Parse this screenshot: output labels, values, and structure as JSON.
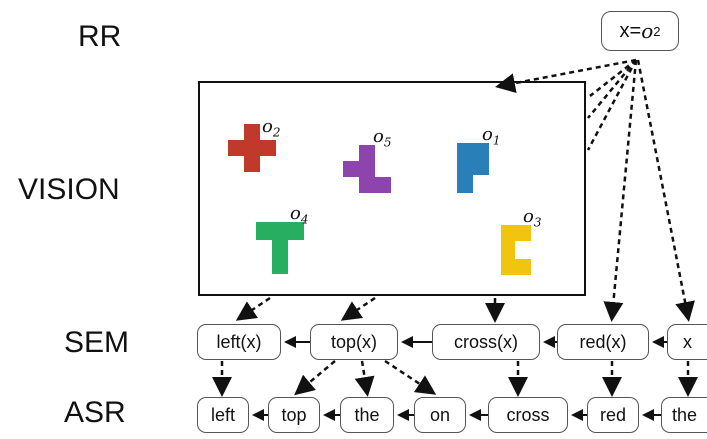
{
  "rows": {
    "rr": "RR",
    "vision": "VISION",
    "sem": "SEM",
    "asr": "ASR"
  },
  "rr_node": {
    "prefix": "x=",
    "value": "o",
    "subscript": "2"
  },
  "vision_objects": [
    {
      "id": "o2",
      "label_main": "o",
      "label_sub": "2",
      "color": "#c0392b",
      "shape": "cross"
    },
    {
      "id": "o5",
      "label_main": "o",
      "label_sub": "5",
      "color": "#8e44ad",
      "shape": "s-piece"
    },
    {
      "id": "o1",
      "label_main": "o",
      "label_sub": "1",
      "color": "#2980b9",
      "shape": "p-piece"
    },
    {
      "id": "o4",
      "label_main": "o",
      "label_sub": "4",
      "color": "#27ae60",
      "shape": "t-piece"
    },
    {
      "id": "o3",
      "label_main": "o",
      "label_sub": "3",
      "color": "#f1c40f",
      "shape": "c-piece"
    }
  ],
  "sem_nodes": [
    "left(x)",
    "top(x)",
    "cross(x)",
    "red(x)",
    "x"
  ],
  "asr_nodes": [
    "left",
    "top",
    "the",
    "on",
    "cross",
    "red",
    "the"
  ],
  "colors": {
    "border": "#555555",
    "arrow": "#111111",
    "red_piece": "#c0392b",
    "purple_piece": "#8e44ad",
    "blue_piece": "#2980b9",
    "green_piece": "#27ae60",
    "yellow_piece": "#f1c40f"
  }
}
